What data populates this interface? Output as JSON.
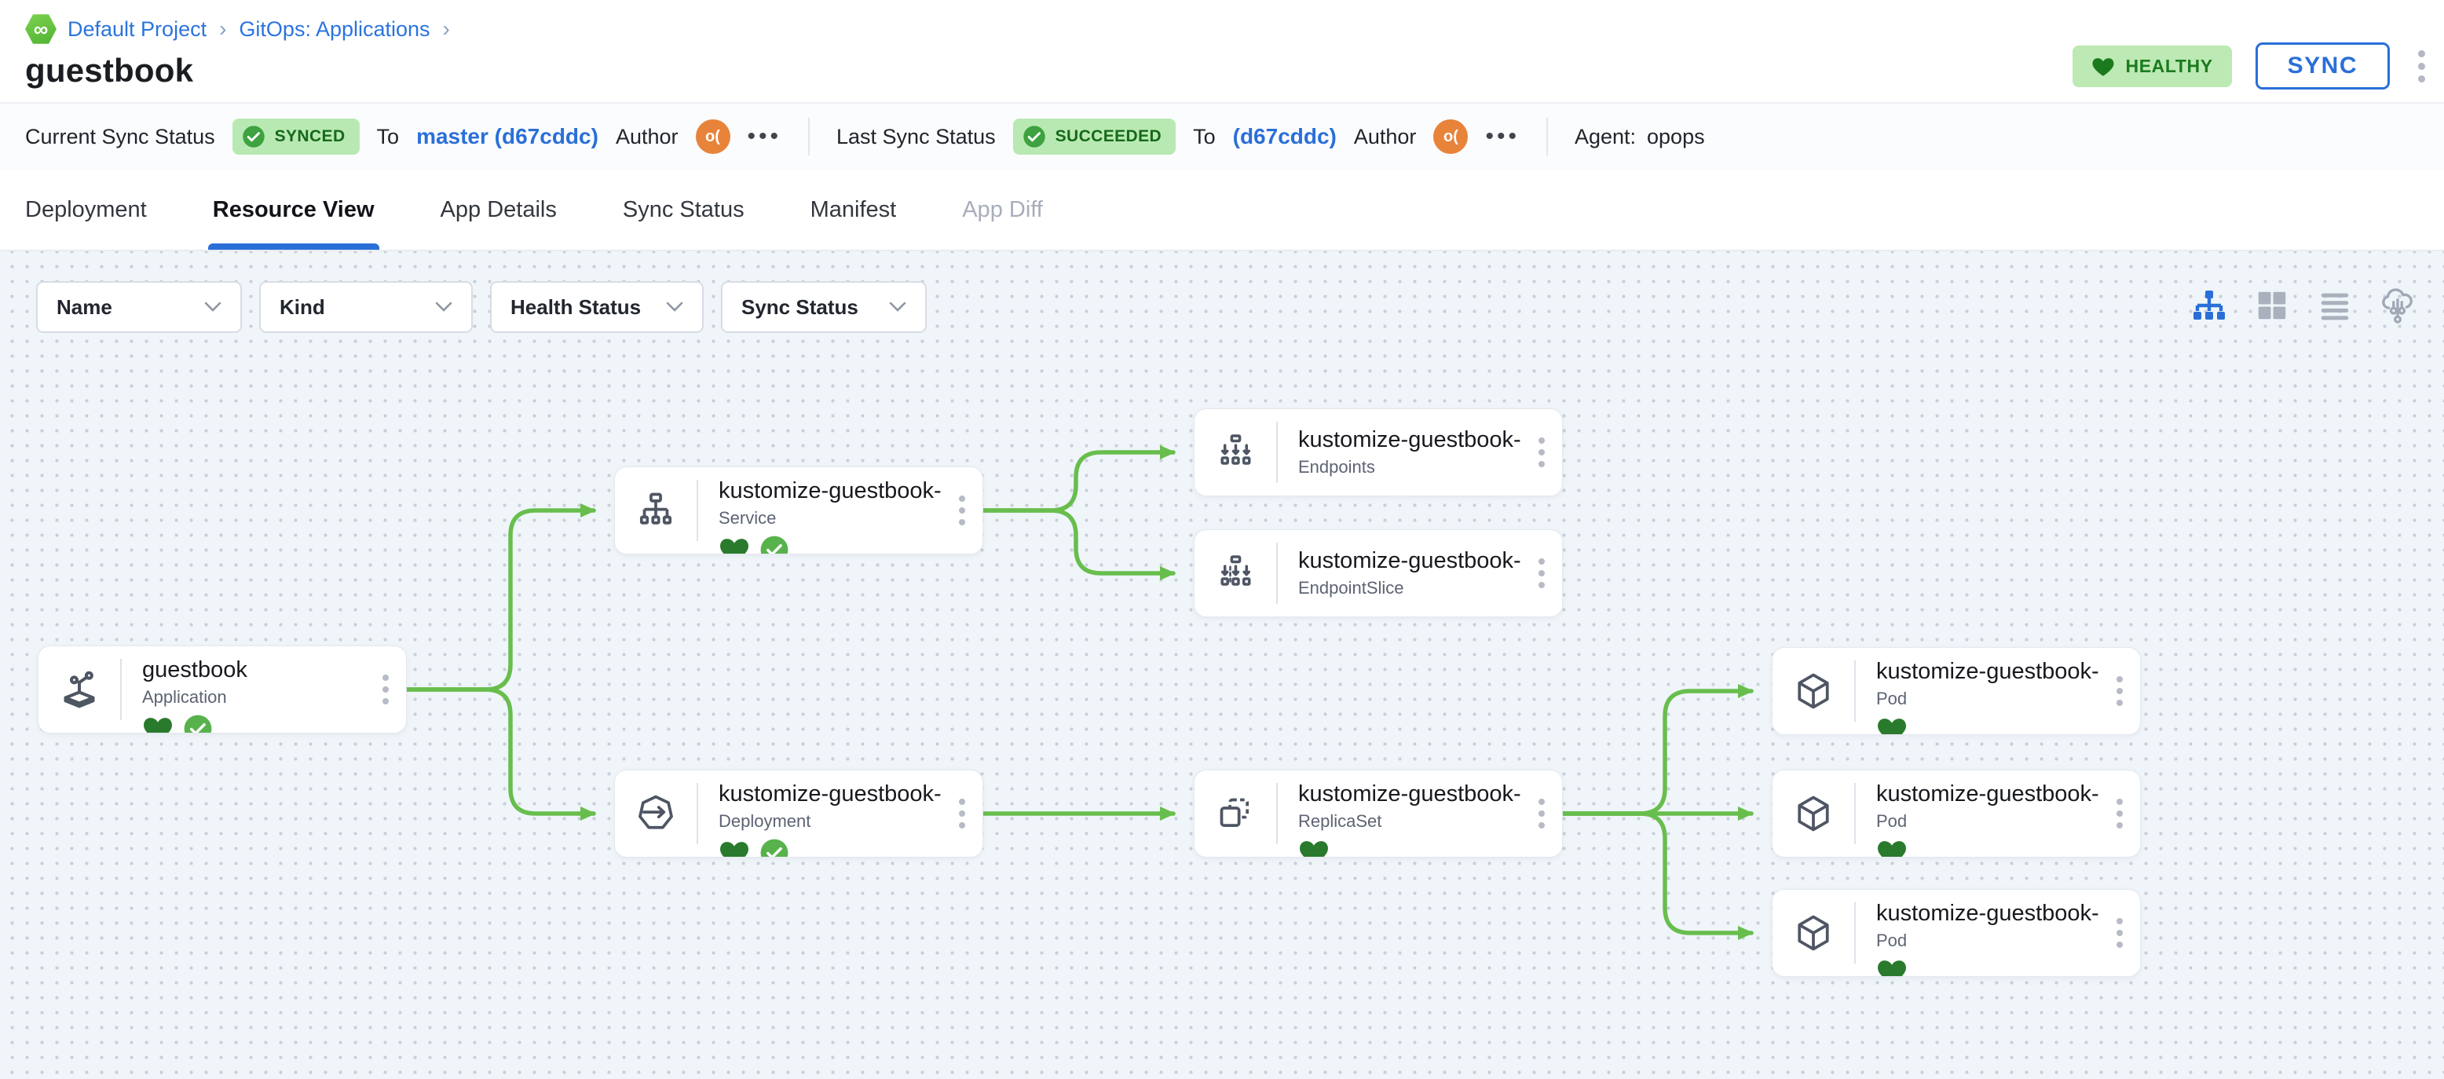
{
  "breadcrumb": {
    "items": [
      "Default Project",
      "GitOps: Applications"
    ],
    "separator": "›"
  },
  "page_title": "guestbook",
  "header_actions": {
    "health_badge": "HEALTHY",
    "sync_button": "SYNC"
  },
  "status_bar": {
    "current_sync": {
      "label": "Current Sync Status",
      "status": "SYNCED",
      "to_label": "To",
      "revision": "master (d67cddc)",
      "author_label": "Author",
      "author_avatar": "o(",
      "more": "•••"
    },
    "last_sync": {
      "label": "Last Sync Status",
      "status": "SUCCEEDED",
      "to_label": "To",
      "revision": "(d67cddc)",
      "author_label": "Author",
      "author_avatar": "o(",
      "more": "•••"
    },
    "agent_label": "Agent:",
    "agent_value": "opops"
  },
  "tabs": [
    {
      "label": "Deployment"
    },
    {
      "label": "Resource View",
      "active": true
    },
    {
      "label": "App Details"
    },
    {
      "label": "Sync Status"
    },
    {
      "label": "Manifest"
    },
    {
      "label": "App Diff",
      "disabled": true
    }
  ],
  "filters": {
    "name": "Name",
    "kind": "Kind",
    "health": "Health Status",
    "sync": "Sync Status"
  },
  "view_modes": [
    "tree-view",
    "grid-view",
    "list-view",
    "cloud-view"
  ],
  "graph": {
    "nodes": [
      {
        "name": "guestbook",
        "kind": "Application",
        "healthy": true,
        "synced": true
      },
      {
        "name": "kustomize-guestbook-ui",
        "kind": "Service",
        "healthy": true,
        "synced": true
      },
      {
        "name": "kustomize-guestbook-ui",
        "kind": "Endpoints",
        "healthy": false,
        "synced": false
      },
      {
        "name": "kustomize-guestbook-ui-...",
        "kind": "EndpointSlice",
        "healthy": false,
        "synced": false
      },
      {
        "name": "kustomize-guestbook-ui",
        "kind": "Deployment",
        "healthy": true,
        "synced": true
      },
      {
        "name": "kustomize-guestbook-ui-...",
        "kind": "ReplicaSet",
        "healthy": true,
        "synced": false
      },
      {
        "name": "kustomize-guestbook-ui-...",
        "kind": "Pod",
        "healthy": true,
        "synced": false
      },
      {
        "name": "kustomize-guestbook-ui-...",
        "kind": "Pod",
        "healthy": true,
        "synced": false
      },
      {
        "name": "kustomize-guestbook-ui-...",
        "kind": "Pod",
        "healthy": true,
        "synced": false
      }
    ]
  },
  "colors": {
    "accent_blue": "#2a6fd8",
    "connector_green": "#68be4d",
    "healthy_heart": "#2a7a2e",
    "badge_bg": "#b9e9b2",
    "badge_text": "#15691a",
    "graph_bg": "#eff5f9"
  }
}
